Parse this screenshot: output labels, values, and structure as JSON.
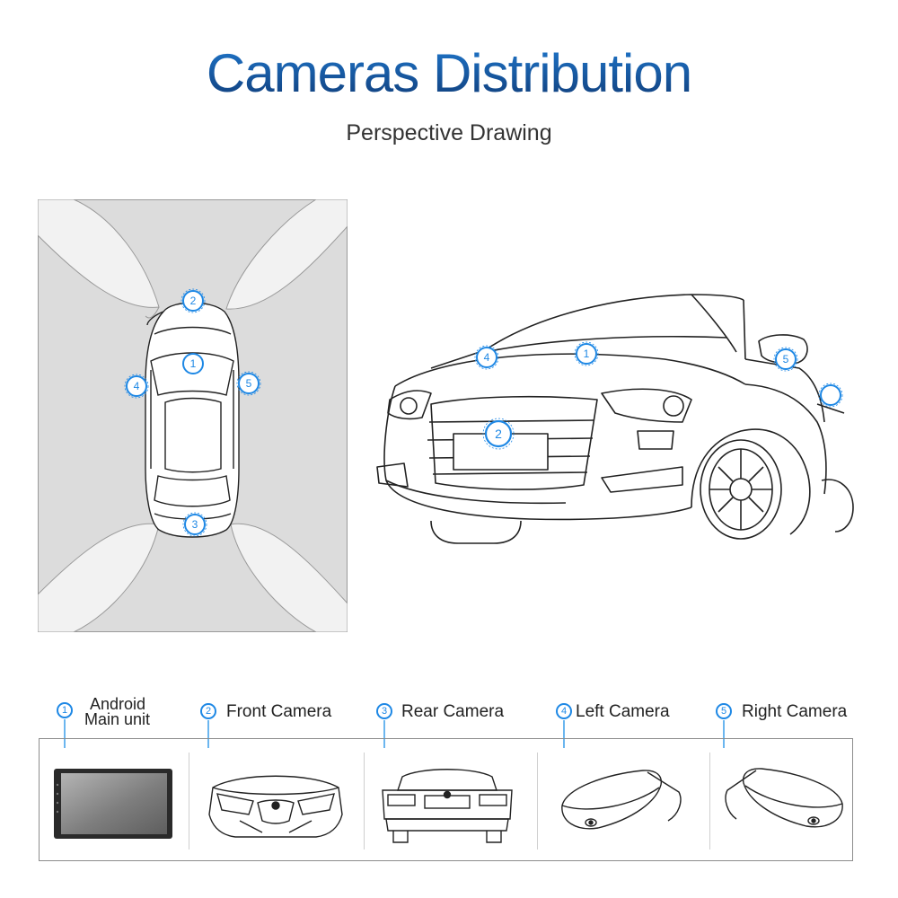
{
  "header": {
    "title": "Cameras Distribution",
    "subtitle": "Perspective Drawing"
  },
  "badges": {
    "one": "1",
    "two": "2",
    "three": "3",
    "four": "4",
    "five": "5"
  },
  "legend": [
    {
      "number": "1",
      "line1": "Android",
      "line2": "Main unit",
      "icon": "android-head-unit-icon"
    },
    {
      "number": "2",
      "label": "Front Camera",
      "icon": "front-camera-car-icon"
    },
    {
      "number": "3",
      "label": "Rear Camera",
      "icon": "rear-camera-car-icon"
    },
    {
      "number": "4",
      "label": "Left Camera",
      "icon": "left-mirror-camera-icon"
    },
    {
      "number": "5",
      "label": "Right Camera",
      "icon": "right-mirror-camera-icon"
    }
  ],
  "colors": {
    "accent": "#1e88e5",
    "title_blue": "#1b5aa6",
    "coverage_grey": "#dcdcdc",
    "line": "#222222"
  }
}
